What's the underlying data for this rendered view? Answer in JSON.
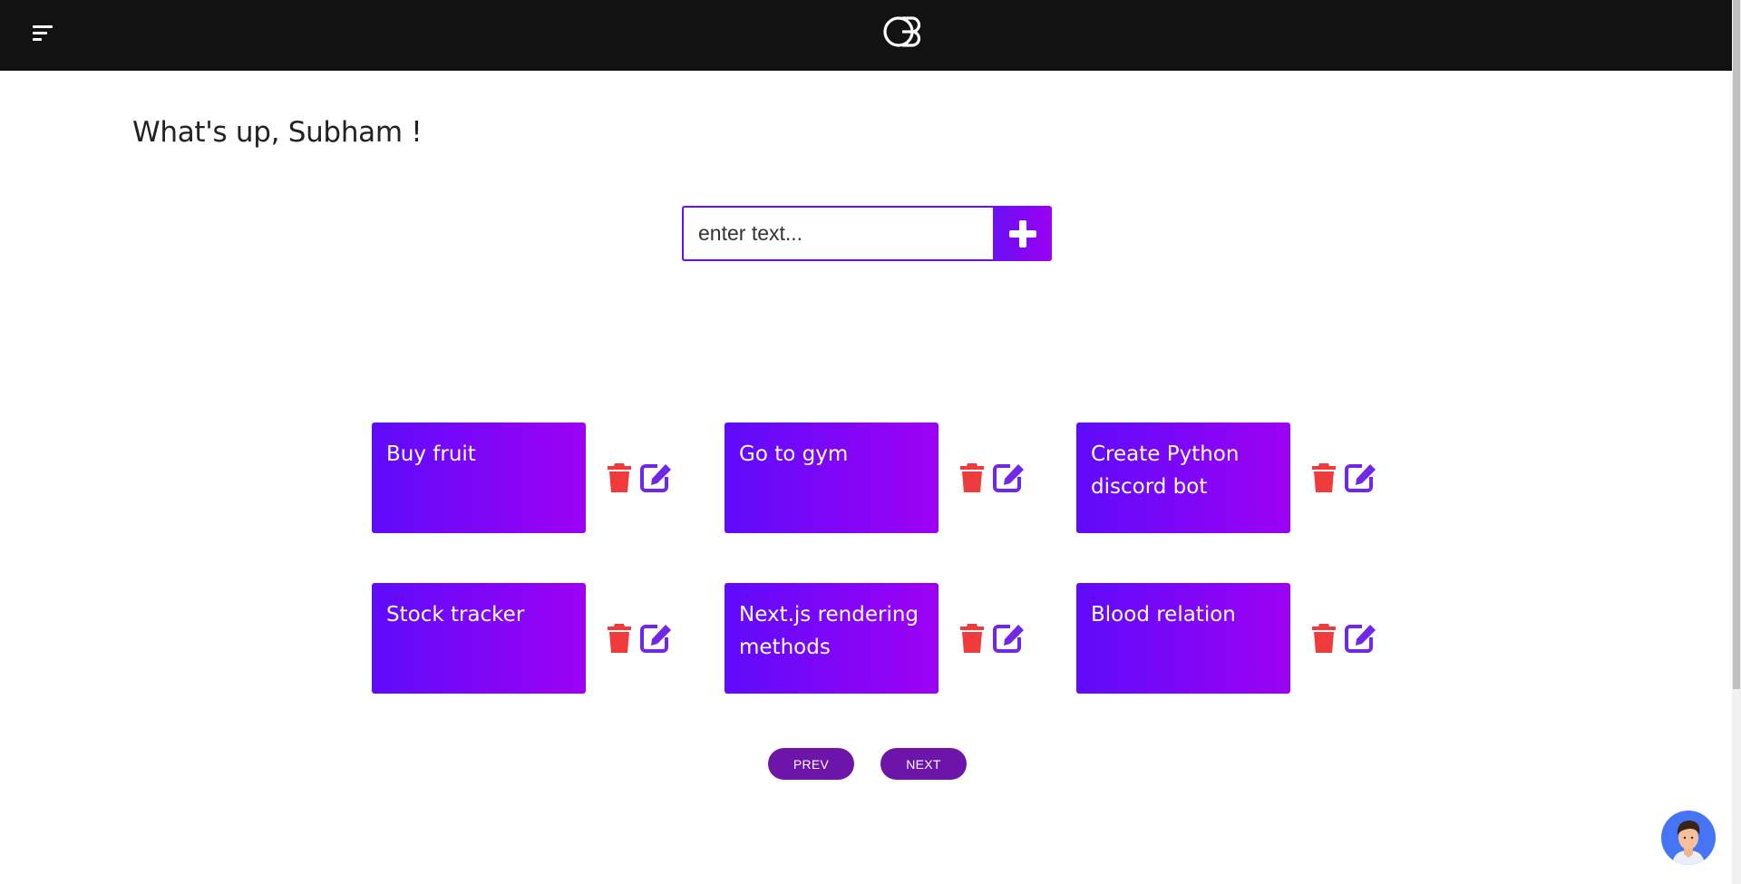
{
  "header": {
    "menu_icon": "hamburger-menu-icon",
    "logo_icon": "cb-logo-icon"
  },
  "greeting": "What's up, Subham !",
  "add_form": {
    "placeholder": "enter text...",
    "add_icon": "plus-icon"
  },
  "todos": [
    {
      "text": "Buy fruit"
    },
    {
      "text": "Go to gym"
    },
    {
      "text": "Create Python discord bot"
    },
    {
      "text": "Stock tracker"
    },
    {
      "text": "Next.js rendering methods"
    },
    {
      "text": "Blood relation"
    }
  ],
  "todo_actions": {
    "delete_icon": "trash-icon",
    "edit_icon": "edit-icon",
    "delete_color": "#ef3b3b",
    "edit_color": "#7227e8"
  },
  "pagination": {
    "prev_label": "PREV",
    "next_label": "NEXT"
  },
  "chat_widget": {
    "avatar_icon": "user-avatar-icon"
  },
  "colors": {
    "topbar": "#121212",
    "accent_start": "#5f0bfb",
    "accent_end": "#9d01f3",
    "pager": "#6c15a8"
  }
}
